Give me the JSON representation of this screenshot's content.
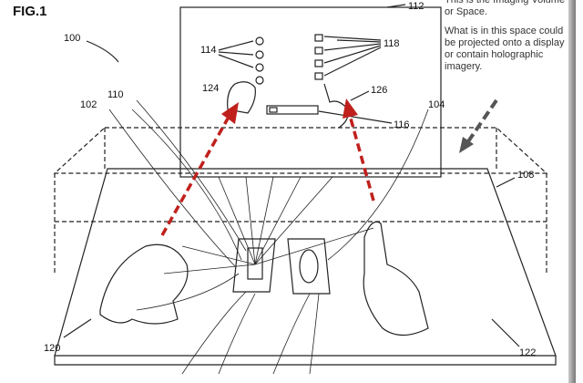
{
  "figure_title": "FIG.1",
  "annotation": {
    "line1": "This is the Imaging Volume or Space.",
    "line2": "What is in this space could be projected onto a display or contain holographic imagery."
  },
  "labels": {
    "system": "100",
    "display": "112",
    "icons_left": "114",
    "icons_right": "118",
    "virtual_hand_left": "124",
    "virtual_hand_right": "126",
    "slider": "116",
    "rays": "110",
    "sensor_left": "102",
    "sensor_right": "104",
    "volume": "108",
    "hand_left": "120",
    "hand_right": "122"
  },
  "colors": {
    "arrow_red": "#c0201c",
    "arrow_gray": "#555555",
    "line": "#222222"
  }
}
